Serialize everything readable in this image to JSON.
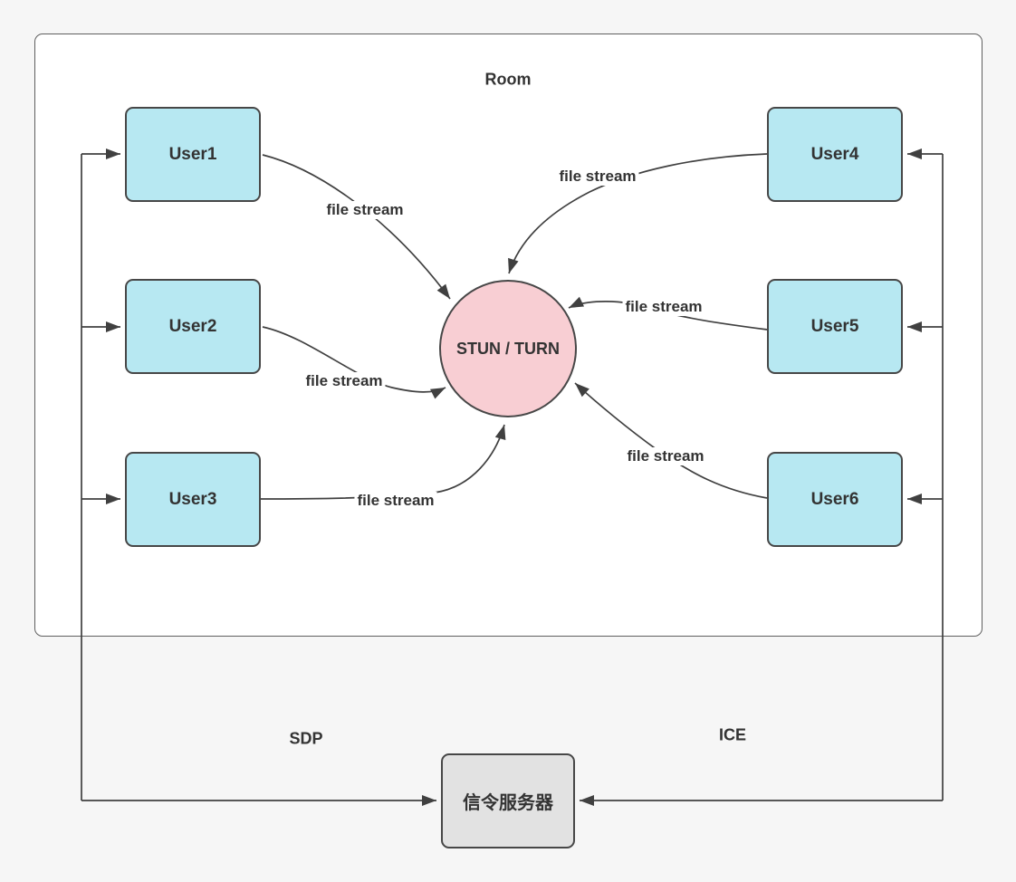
{
  "diagram": {
    "title": "WebRTC room file-stream diagram",
    "room": {
      "label": "Room"
    },
    "center_node": {
      "label": "STUN / TURN",
      "shape": "circle",
      "fill": "#f8ced3"
    },
    "signaling_server": {
      "label": "信令服务器",
      "shape": "rounded-rect",
      "fill": "#e2e2e2"
    },
    "protocol_labels": {
      "sdp": "SDP",
      "ice": "ICE"
    },
    "users": [
      {
        "label": "User1"
      },
      {
        "label": "User2"
      },
      {
        "label": "User3"
      },
      {
        "label": "User4"
      },
      {
        "label": "User5"
      },
      {
        "label": "User6"
      }
    ],
    "edges": [
      {
        "from": "User1",
        "to": "STUN / TURN",
        "label": "file stream"
      },
      {
        "from": "User2",
        "to": "STUN / TURN",
        "label": "file stream"
      },
      {
        "from": "User3",
        "to": "STUN / TURN",
        "label": "file stream"
      },
      {
        "from": "User4",
        "to": "STUN / TURN",
        "label": "file stream"
      },
      {
        "from": "User5",
        "to": "STUN / TURN",
        "label": "file stream"
      },
      {
        "from": "User6",
        "to": "STUN / TURN",
        "label": "file stream"
      }
    ],
    "colors": {
      "background": "#f6f6f6",
      "room_fill": "#ffffff",
      "user_fill": "#b7e8f2",
      "node_border": "#474747",
      "line": "#404040",
      "text": "#333333"
    }
  }
}
